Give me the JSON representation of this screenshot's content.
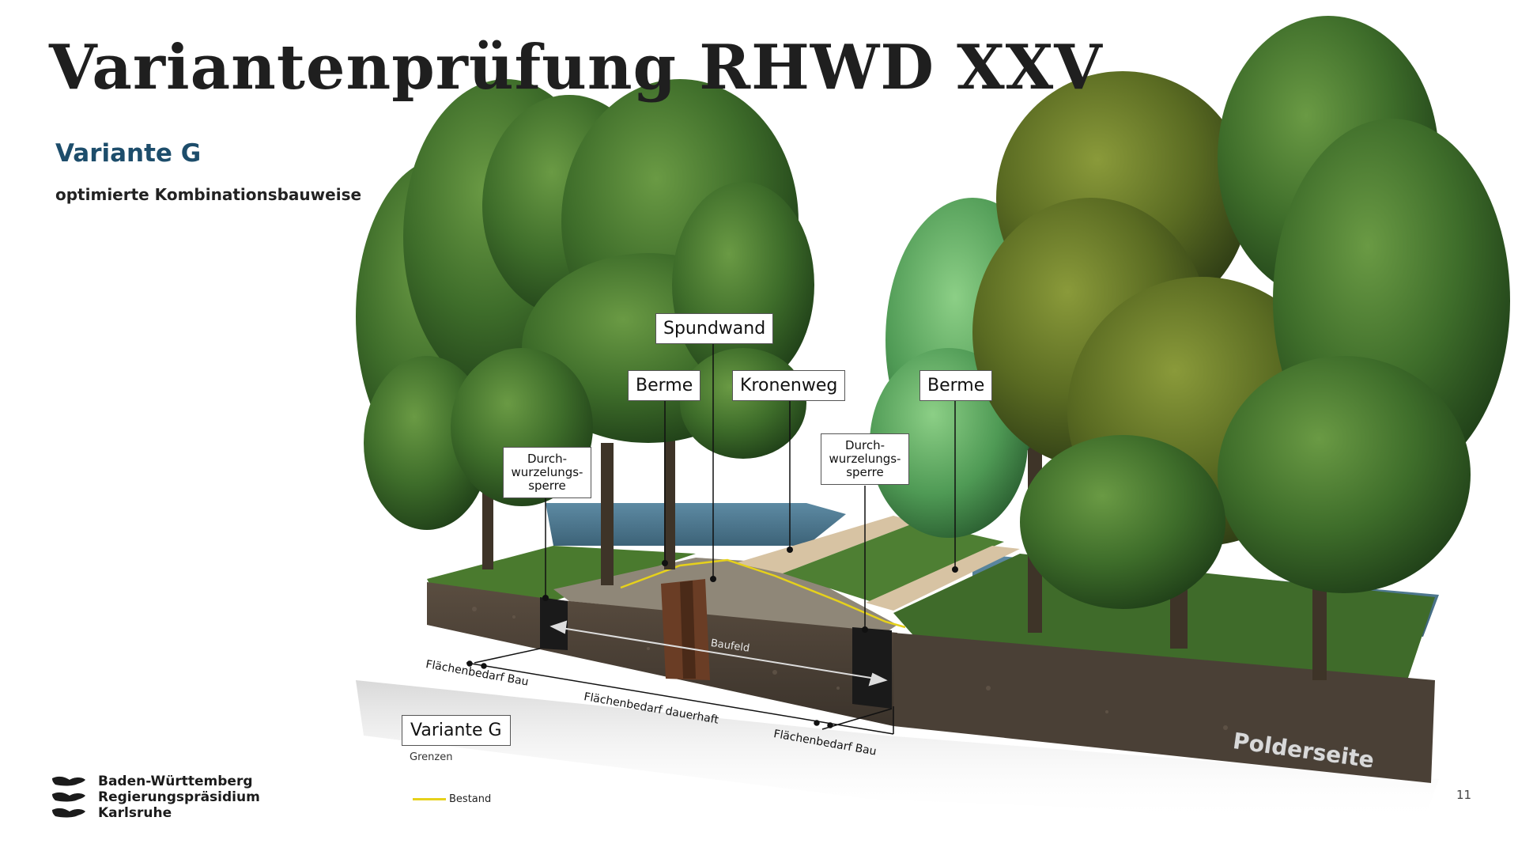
{
  "title": "Variantenprüfung RHWD XXV",
  "subtitle": "Variante G",
  "description": "optimierte Kombinationsbauweise",
  "logo": {
    "lines": [
      "Baden-Württemberg",
      "Regierungspräsidium",
      "Karlsruhe"
    ]
  },
  "page_number": "11",
  "diagram": {
    "labels": {
      "spundwand": "Spundwand",
      "berme_left": "Berme",
      "kronenweg": "Kronenweg",
      "berme_right": "Berme",
      "sperre_left": "Durch-\nwurzelungs-\nsperre",
      "sperre_right": "Durch-\nwurzelungs-\nsperre"
    },
    "dimensions": {
      "flaechenbedarf_bau_left": "Flächenbedarf Bau",
      "flaechenbedarf_dauerhaft": "Flächenbedarf dauerhaft",
      "flaechenbedarf_bau_right": "Flächenbedarf Bau",
      "baufeld": "Baufeld"
    },
    "polderseite": "Polderseite",
    "variant_box": "Variante G",
    "grenzen": "Grenzen",
    "legend_bestand": "Bestand",
    "colors": {
      "title": "#1f1f1f",
      "subtitle": "#1d4d6b",
      "bestand_line": "#e6d11b",
      "grass": "#3f6b2a",
      "soil": "#4a4036",
      "water": "#4f7891",
      "path": "#d7c3a3"
    }
  }
}
